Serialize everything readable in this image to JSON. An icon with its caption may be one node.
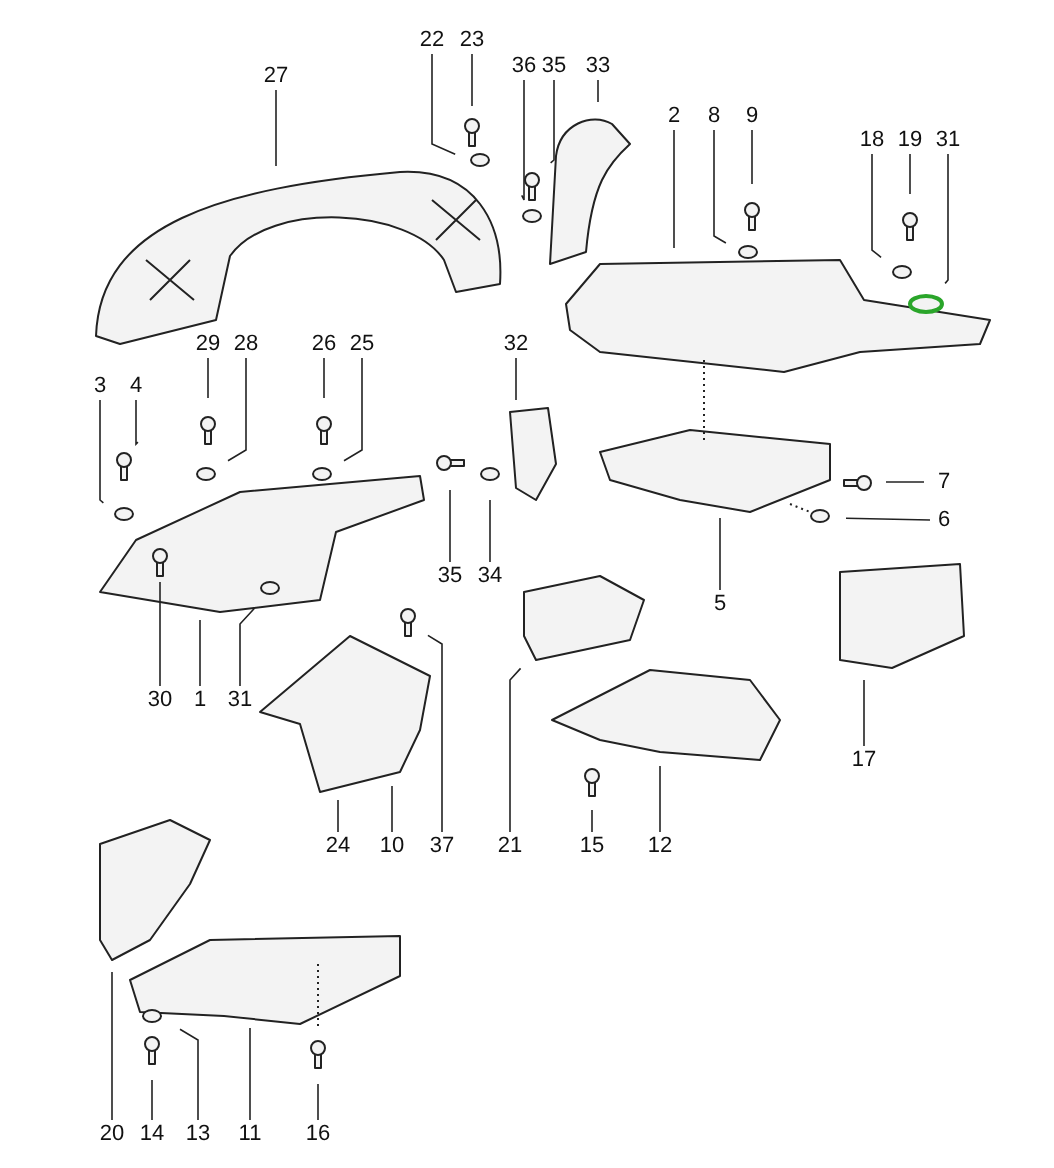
{
  "diagram": {
    "nodes": [
      {
        "text": [
          "22"
        ]
      },
      {
        "text": [
          "23"
        ]
      },
      {
        "text": [
          "36"
        ]
      },
      {
        "text": [
          "35"
        ]
      },
      {
        "text": [
          "33"
        ]
      },
      {
        "text": [
          "27"
        ]
      },
      {
        "text": [
          "2"
        ]
      },
      {
        "text": [
          "8"
        ]
      },
      {
        "text": [
          "9"
        ]
      },
      {
        "text": [
          "18"
        ]
      },
      {
        "text": [
          "19"
        ]
      },
      {
        "text": [
          "31"
        ]
      },
      {
        "text": [
          "29"
        ]
      },
      {
        "text": [
          "28"
        ]
      },
      {
        "text": [
          "26"
        ]
      },
      {
        "text": [
          "25"
        ]
      },
      {
        "text": [
          "32"
        ]
      },
      {
        "text": [
          "3"
        ]
      },
      {
        "text": [
          "4"
        ]
      },
      {
        "text": [
          "7"
        ]
      },
      {
        "text": [
          "6"
        ]
      },
      {
        "text": [
          "35"
        ]
      },
      {
        "text": [
          "34"
        ]
      },
      {
        "text": [
          "5"
        ]
      },
      {
        "text": [
          "30"
        ]
      },
      {
        "text": [
          "1"
        ]
      },
      {
        "text": [
          "31"
        ]
      },
      {
        "text": [
          "37"
        ]
      },
      {
        "text": [
          "24"
        ]
      },
      {
        "text": [
          "10"
        ]
      },
      {
        "text": [
          "21"
        ]
      },
      {
        "text": [
          "15"
        ]
      },
      {
        "text": [
          "12"
        ]
      },
      {
        "text": [
          "17"
        ]
      },
      {
        "text": [
          "20"
        ]
      },
      {
        "text": [
          "14"
        ]
      },
      {
        "text": [
          "13"
        ]
      },
      {
        "text": [
          "11"
        ]
      },
      {
        "text": [
          "16"
        ]
      }
    ],
    "edges": [
      {
        "from": 0,
        "to": null,
        "arrow": "none"
      },
      {
        "from": 1,
        "to": null,
        "arrow": "none"
      },
      {
        "from": 2,
        "to": null,
        "arrow": "none"
      },
      {
        "from": 3,
        "to": null,
        "arrow": "none"
      },
      {
        "from": 4,
        "to": null,
        "arrow": "none"
      },
      {
        "from": 5,
        "to": null,
        "arrow": "none"
      },
      {
        "from": 6,
        "to": null,
        "arrow": "none"
      },
      {
        "from": 7,
        "to": null,
        "arrow": "none"
      },
      {
        "from": 8,
        "to": null,
        "arrow": "none"
      },
      {
        "from": 9,
        "to": null,
        "arrow": "none"
      },
      {
        "from": 10,
        "to": null,
        "arrow": "none"
      },
      {
        "from": 11,
        "to": null,
        "arrow": "none"
      },
      {
        "from": 12,
        "to": null,
        "arrow": "none"
      },
      {
        "from": 13,
        "to": null,
        "arrow": "none"
      },
      {
        "from": 14,
        "to": null,
        "arrow": "none"
      },
      {
        "from": 15,
        "to": null,
        "arrow": "none"
      },
      {
        "from": 16,
        "to": null,
        "arrow": "none"
      },
      {
        "from": 17,
        "to": null,
        "arrow": "none"
      },
      {
        "from": 18,
        "to": null,
        "arrow": "none"
      },
      {
        "from": 19,
        "to": null,
        "arrow": "none"
      },
      {
        "from": 20,
        "to": null,
        "arrow": "none"
      },
      {
        "from": 21,
        "to": null,
        "arrow": "none"
      },
      {
        "from": 22,
        "to": null,
        "arrow": "none"
      },
      {
        "from": 23,
        "to": null,
        "arrow": "none"
      },
      {
        "from": 24,
        "to": null,
        "arrow": "none"
      },
      {
        "from": 25,
        "to": null,
        "arrow": "none"
      },
      {
        "from": 26,
        "to": null,
        "arrow": "none"
      },
      {
        "from": 27,
        "to": null,
        "arrow": "none"
      },
      {
        "from": 28,
        "to": null,
        "arrow": "none"
      },
      {
        "from": 29,
        "to": null,
        "arrow": "none"
      },
      {
        "from": 30,
        "to": null,
        "arrow": "none"
      },
      {
        "from": 31,
        "to": null,
        "arrow": "none"
      },
      {
        "from": 32,
        "to": null,
        "arrow": "none"
      },
      {
        "from": 33,
        "to": null,
        "arrow": "none"
      },
      {
        "from": 34,
        "to": null,
        "arrow": "none"
      },
      {
        "from": 35,
        "to": null,
        "arrow": "none"
      },
      {
        "from": 36,
        "to": null,
        "arrow": "none"
      },
      {
        "from": 37,
        "to": null,
        "arrow": "none"
      },
      {
        "from": 38,
        "to": null,
        "arrow": "none"
      }
    ]
  }
}
